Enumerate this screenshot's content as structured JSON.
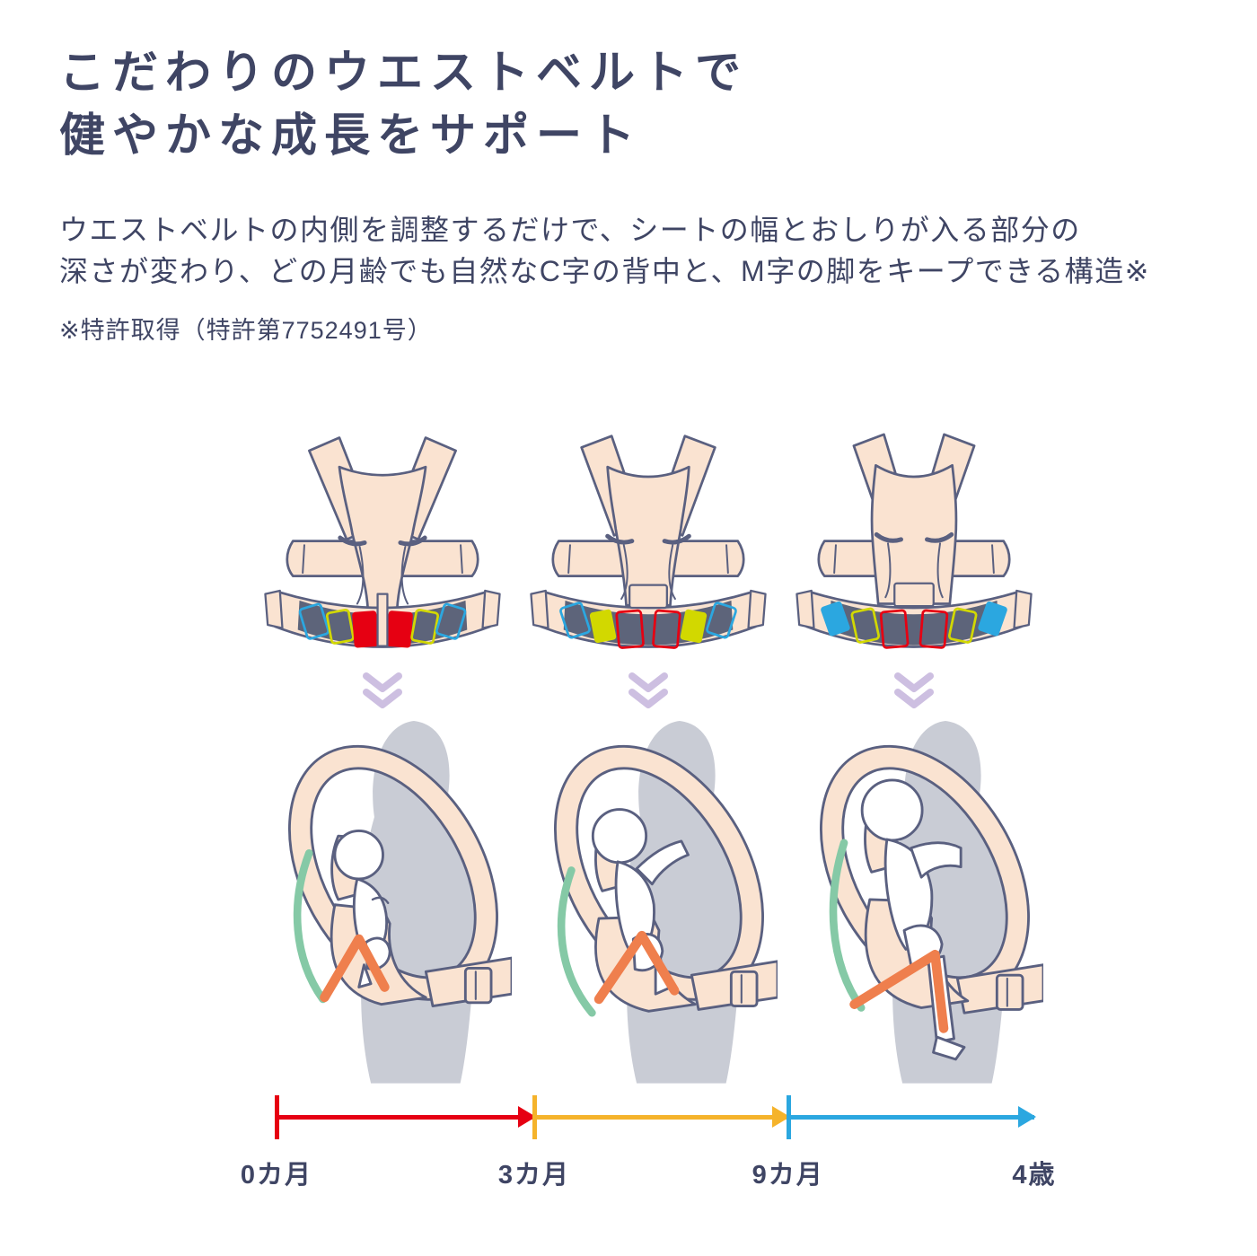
{
  "heading": {
    "line1": "こだわりのウエストベルトで",
    "line2": "健やかな成長をサポート"
  },
  "body": {
    "line1": "ウエストベルトの内側を調整するだけで、シートの幅とおしりが入る部分の",
    "line2": "深さが変わり、どの月齢でも自然なC字の背中と、M字の脚をキープできる構造※"
  },
  "note": {
    "text": "※特許取得（特許第7752491号）"
  },
  "colors": {
    "navy": "#3f4564",
    "peach": "#fae3d1",
    "slate": "#5a6080",
    "belt": "#5d647a",
    "red": "#e60012",
    "yellow_green": "#d2d800",
    "blue": "#2ba7e0",
    "amber": "#f5b32b",
    "lavender": "#cdbfe1",
    "mint": "#85c9a6",
    "orange": "#ef7f4d",
    "gray": "#c9ccd5"
  },
  "diagram": {
    "carriers": [
      {
        "name": "waist-belt-setting-newborn",
        "highlighted_tab_color": "red",
        "tabs": [
          {
            "color": "blue",
            "filled": false
          },
          {
            "color": "yellow_green",
            "filled": false
          },
          {
            "color": "red",
            "filled": true
          },
          {
            "color": "red",
            "filled": true
          },
          {
            "color": "yellow_green",
            "filled": false
          },
          {
            "color": "blue",
            "filled": false
          }
        ]
      },
      {
        "name": "waist-belt-setting-middle",
        "highlighted_tab_color": "yellow_green",
        "tabs": [
          {
            "color": "blue",
            "filled": false
          },
          {
            "color": "yellow_green",
            "filled": true
          },
          {
            "color": "red",
            "filled": false
          },
          {
            "color": "red",
            "filled": false
          },
          {
            "color": "yellow_green",
            "filled": true
          },
          {
            "color": "blue",
            "filled": false
          }
        ]
      },
      {
        "name": "waist-belt-setting-toddler",
        "highlighted_tab_color": "blue",
        "tabs": [
          {
            "color": "blue",
            "filled": true
          },
          {
            "color": "yellow_green",
            "filled": false
          },
          {
            "color": "red",
            "filled": false
          },
          {
            "color": "red",
            "filled": false
          },
          {
            "color": "yellow_green",
            "filled": false
          },
          {
            "color": "blue",
            "filled": true
          }
        ]
      }
    ],
    "timeline": {
      "segments": [
        {
          "from": "0カ月",
          "to": "3カ月",
          "color": "#e60012",
          "width_pct": 34
        },
        {
          "from": "3カ月",
          "to": "9カ月",
          "color": "#f5b32b",
          "width_pct": 33.5
        },
        {
          "from": "9カ月",
          "to": "4歳",
          "color": "#2ba7e0",
          "width_pct": 32.5
        }
      ],
      "labels": [
        {
          "text": "0カ月",
          "position_pct": 0
        },
        {
          "text": "3カ月",
          "position_pct": 34
        },
        {
          "text": "9カ月",
          "position_pct": 67.5
        },
        {
          "text": "4歳",
          "position_pct": 100
        }
      ]
    }
  }
}
